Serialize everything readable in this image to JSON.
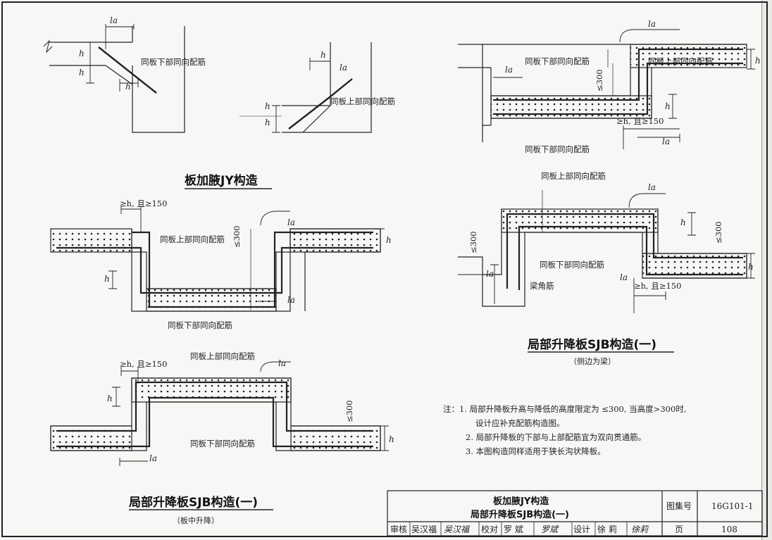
{
  "labels": {
    "same_lower": "同板下部同向配筋",
    "same_upper": "同板上部同向配筋",
    "beam_corner": "梁角筋",
    "h": "h",
    "la": "la",
    "min_h_150": "≥h, 且≥150",
    "le300": "≤300"
  },
  "titles": {
    "jy": "板加腋JY构造",
    "sjb_mid": "局部升降板SJB构造(一)",
    "sjb_mid_sub": "（板中升降）",
    "sjb_side": "局部升降板SJB构造(一)",
    "sjb_side_sub": "（侧边为梁）"
  },
  "notes": [
    "注：1. 局部升降板升高与降低的高度限定为 ≤300, 当高度>300时,",
    "设计应补充配筋构造图。",
    "2. 局部升降板的下部与上部配筋宜为双向贯通筋。",
    "3. 本图构造同样适用于狭长沟状降板。"
  ],
  "title_block": {
    "title_line1": "板加腋JY构造",
    "title_line2": "局部升降板SJB构造(一)",
    "atlas_label": "图集号",
    "atlas_no": "16G101-1",
    "page_label": "页",
    "page_no": "108",
    "review_label": "审核",
    "review_name": "吴汉福",
    "review_sign": "吴汉福",
    "check_label": "校对",
    "check_name": "罗 斌",
    "check_sign": "罗斌",
    "design_label": "设计",
    "design_name": "徐 莉",
    "design_sign": "徐莉"
  }
}
